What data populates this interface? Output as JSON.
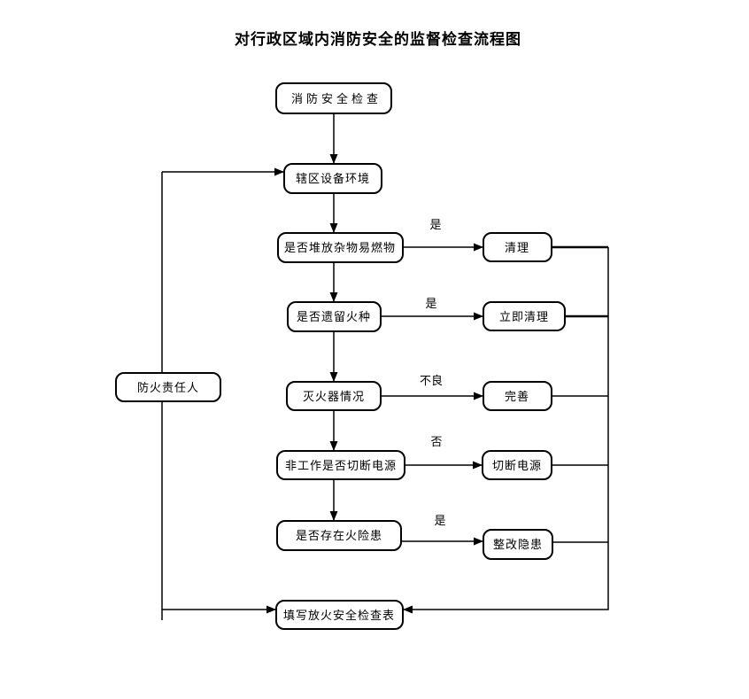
{
  "title": "对行政区域内消防安全的监督检查流程图",
  "flowchart": {
    "nodes": {
      "start": "消防安全检查",
      "area": "辖区设备环境",
      "debris": "是否堆放杂物易燃物",
      "kindling": "是否遗留火种",
      "extinguisher": "灭火器情况",
      "power": "非工作是否切断电源",
      "hazard": "是否存在火险患",
      "form": "填写放火安全检查表",
      "responsible": "防火责任人",
      "clean": "清理",
      "clean_now": "立即清理",
      "improve": "完善",
      "cut_power": "切断电源",
      "rectify": "整改隐患"
    },
    "edge_labels": {
      "debris_yes": "是",
      "kindling_yes": "是",
      "extinguisher_bad": "不良",
      "power_no": "否",
      "hazard_yes": "是"
    }
  },
  "colors": {
    "line": "#000000",
    "background": "#ffffff"
  }
}
